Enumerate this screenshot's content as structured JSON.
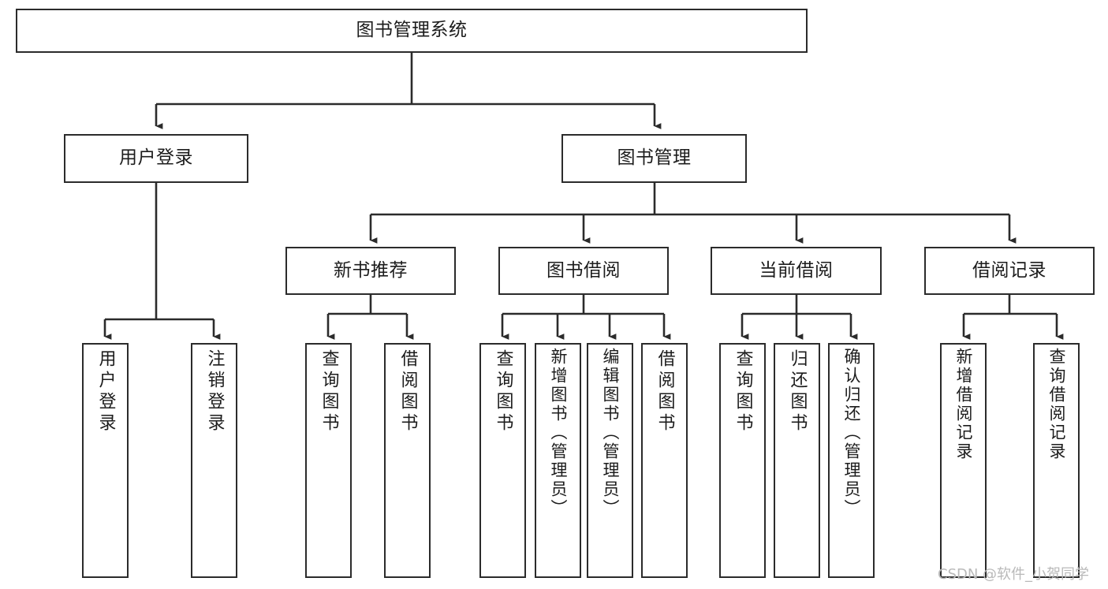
{
  "diagram": {
    "title": "图书管理系统",
    "type": "tree-hierarchy-diagram",
    "colors": {
      "box_border": "#2b2b2b",
      "box_fill": "#ffffff",
      "connector": "#2b2b2b",
      "text": "#1c1c1c",
      "background": "#ffffff",
      "watermark": "#b9b9b9"
    },
    "levels": {
      "root": "图书管理系统",
      "level2": [
        "用户登录",
        "图书管理"
      ],
      "level3": [
        "新书推荐",
        "图书借阅",
        "当前借阅",
        "借阅记录"
      ]
    }
  },
  "nodes": {
    "root": {
      "label": "图书管理系统"
    },
    "user_login": {
      "label": "用户登录"
    },
    "book_manage": {
      "label": "图书管理"
    },
    "new_book_rec": {
      "label": "新书推荐"
    },
    "book_borrow": {
      "label": "图书借阅"
    },
    "current_borrow": {
      "label": "当前借阅"
    },
    "borrow_record": {
      "label": "借阅记录"
    },
    "leaf_user_login": {
      "label": "用户登录"
    },
    "leaf_logout": {
      "label": "注销登录"
    },
    "leaf_query_book_1": {
      "label": "查询图书"
    },
    "leaf_borrow_book_1": {
      "label": "借阅图书"
    },
    "leaf_query_book_2": {
      "label": "查询图书"
    },
    "leaf_add_book_admin": {
      "label": "新增图书（管理员）"
    },
    "leaf_edit_book_admin": {
      "label": "编辑图书（管理员）"
    },
    "leaf_borrow_book_2": {
      "label": "借阅图书"
    },
    "leaf_query_book_3": {
      "label": "查询图书"
    },
    "leaf_return_book": {
      "label": "归还图书"
    },
    "leaf_confirm_return_admin": {
      "label": "确认归还（管理员）"
    },
    "leaf_add_borrow_record": {
      "label": "新增借阅记录"
    },
    "leaf_query_borrow_record": {
      "label": "查询借阅记录"
    }
  },
  "watermark": {
    "text": "CSDN @软件_小贺同学"
  }
}
